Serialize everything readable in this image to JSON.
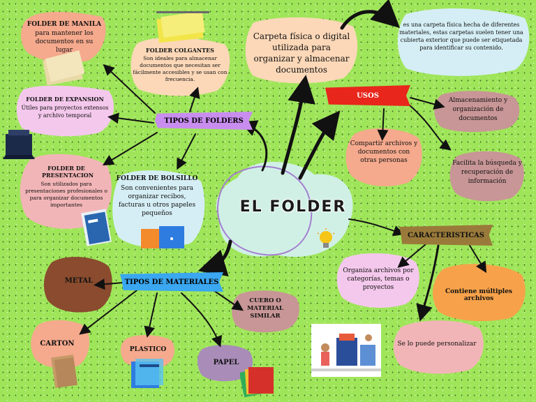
{
  "central": {
    "title": "EL FOLDER"
  },
  "description": {
    "phrase": "Carpeta física o digital utilizada para organizar y almacenar documentos",
    "detail": "es una carpeta física hecha de diferentes materiales, estas carpetas suelen tener una cubierta exterior que puede ser etiquetada para identificar su contenido."
  },
  "tipos_folders": {
    "label": "TIPOS DE FOLDERS",
    "manila": {
      "title": "FOLDER  DE MANILA",
      "text": "para mantener los documentos en su lugar"
    },
    "colgantes": {
      "title": "FOLDER COLGANTES",
      "text": "Son ideales para almacenar documentos que necesitan ser fácilmente accesibles y se usan con frecuencia."
    },
    "expansion": {
      "title": "FOLDER DE EXPANSION",
      "text": "Útiles para proyectos extensos y archivo temporal"
    },
    "presentacion": {
      "title": "FOLDER DE PRESENTACION",
      "text": "Son utilizados para presentaciones profesionales o para organizar documentos importantes"
    },
    "bolsillo": {
      "title": "FOLDER DE BOLSILLO",
      "text": "Son convenientes para organizar recibos, facturas u otros papeles pequeños"
    }
  },
  "usos": {
    "label": "USOS",
    "items": [
      "Almacenamiento y organización de documentos",
      "Compartir archivos y documentos con otras personas",
      "Facilita la búsqueda y recuperación de información"
    ]
  },
  "caracteristicas": {
    "label": "CARACTERISTICAS",
    "items": [
      "Organiza archivos por categorías, temas o proyectos",
      "Contiene múltiples archivos",
      "Se lo puede personalizar"
    ]
  },
  "tipos_materiales": {
    "label": "TIPOS DE MATERIALES",
    "items": [
      "METAL",
      "CARTON",
      "PLASTICO",
      "PAPEL",
      "CUERO O MATERIAL SIMILAR"
    ]
  },
  "colors": {
    "background": "#9fe55a",
    "banner_purple": "#c98df0",
    "banner_blue": "#3aa7f0",
    "banner_red": "#e8261c",
    "banner_brown": "#9a7a3a",
    "central_blob": "#d0f0e6",
    "central_ring": "#a47fcf",
    "peach": "#fcd8b8",
    "salmon": "#f5a98d",
    "pink": "#f0a8e0",
    "rose": "#c89696",
    "brown": "#8a4b2e",
    "orange": "#f7a24a",
    "mauve": "#a98cb8",
    "light_blue": "#d5eef5",
    "light_pink": "#f4c8ec",
    "blush": "#f2b5b7"
  }
}
